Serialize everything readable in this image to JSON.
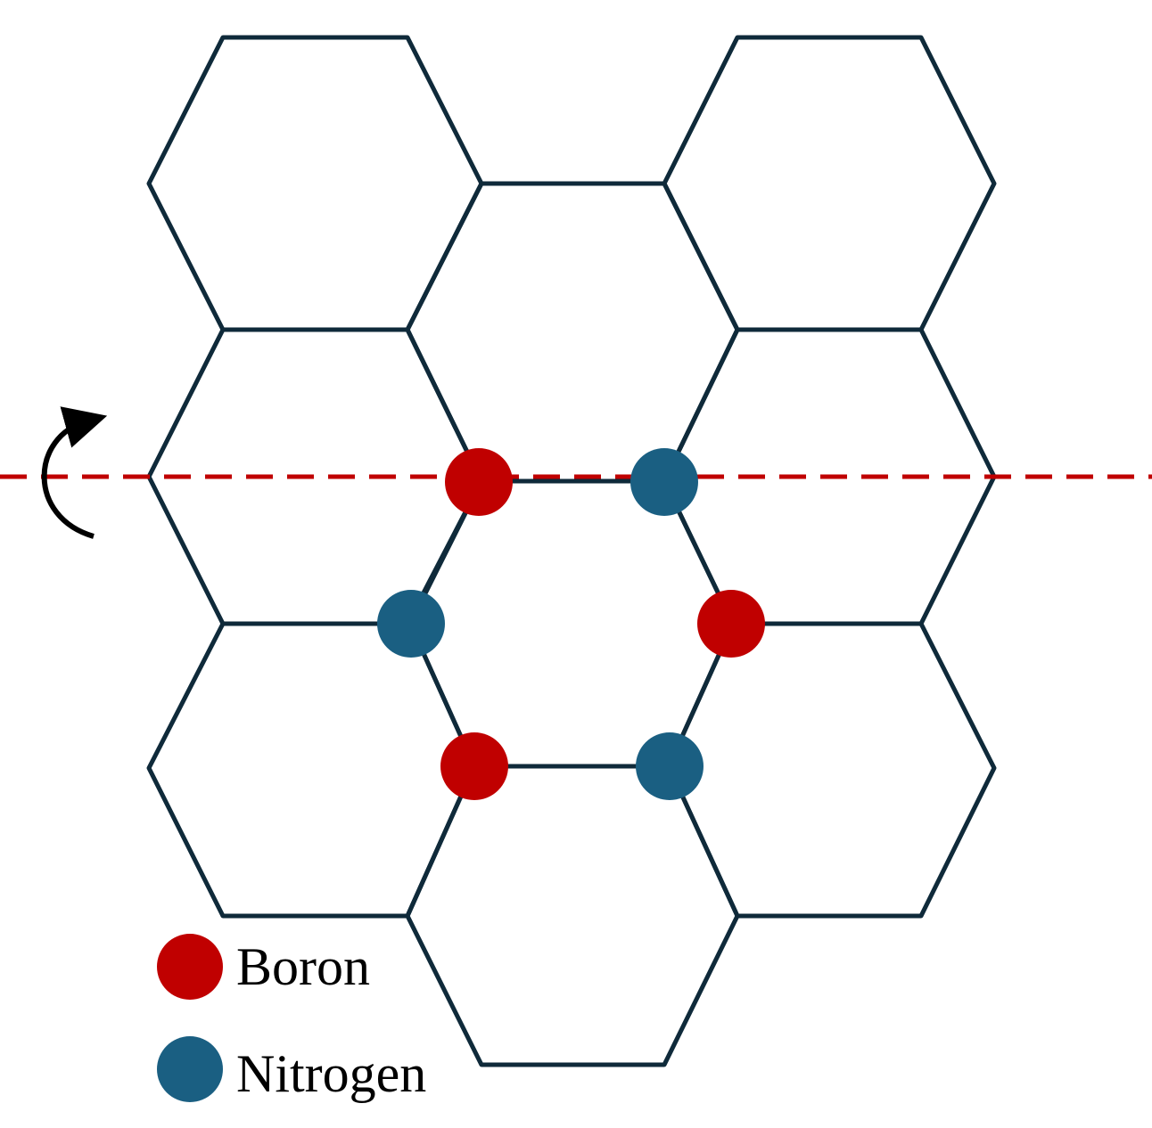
{
  "diagram": {
    "colors": {
      "lattice": "#0f2a3a",
      "boron": "#c00000",
      "nitrogen": "#1a5f82",
      "mirror_axis": "#c00000",
      "rotation_arrow": "#000000",
      "text": "#000000"
    },
    "legend": {
      "boron_label": "Boron",
      "nitrogen_label": "Nitrogen"
    },
    "atoms": [
      {
        "element": "boron"
      },
      {
        "element": "nitrogen"
      },
      {
        "element": "nitrogen"
      },
      {
        "element": "boron"
      },
      {
        "element": "boron"
      },
      {
        "element": "nitrogen"
      }
    ],
    "lattice_hexagon_count": 9,
    "rotation_arrow_icon": "curved-rotation-arrow-icon"
  }
}
